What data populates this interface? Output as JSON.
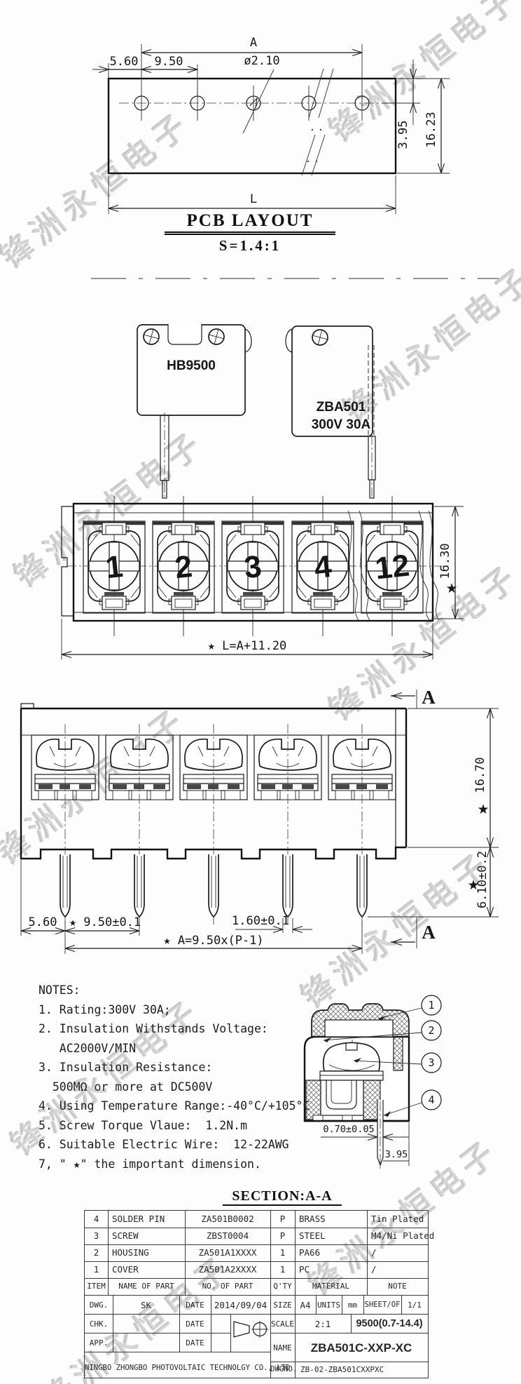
{
  "watermark": {
    "text": "锋洲永恒电子"
  },
  "pcb_layout": {
    "title": "PCB LAYOUT",
    "scale": "S=1.4:1",
    "dim_a": "A",
    "dim_5_60": "5.60",
    "dim_9_50": "9.50",
    "dim_hole": "ø2.10",
    "dim_l": "L",
    "dim_3_95": "3.95",
    "dim_16_23": "16.23"
  },
  "components": {
    "left_label": "HB9500",
    "right_label_line1": "ZBA501",
    "right_label_line2": "300V 30A"
  },
  "front_view": {
    "terminals": [
      "1",
      "2",
      "3",
      "4",
      "12"
    ],
    "dim_height": "16.30",
    "star": "★",
    "dim_length": "★ L=A+11.20"
  },
  "plan_view": {
    "section_letter": "A",
    "dim_5_60": "5.60",
    "dim_pitch": "★ 9.50±0.1",
    "dim_pin_w": "1.60±0.1",
    "dim_a_formula": "★ A=9.50x(P-1)",
    "dim_height": "16.70",
    "dim_pin_len": "6.10±0.2",
    "star": "★"
  },
  "notes": {
    "heading": "NOTES:",
    "items": [
      "1. Rating:300V 30A;",
      "2. Insulation Withstands Voltage:",
      "   AC2000V/MIN",
      "3. Insulation Resistance:",
      "  500MΩ or more at DC500V",
      "4. Using Temperature Range:-40°C/+105°C",
      "5. Screw Torque Vlaue:  1.2N.m",
      "6. Suitable Electric Wire:  12-22AWG",
      "7, \" ★\" the important dimension."
    ]
  },
  "section_view": {
    "title": "SECTION:A-A",
    "callouts": [
      "1",
      "2",
      "3",
      "4"
    ],
    "dim_pin": "0.70±0.05",
    "dim_offset": "3.95"
  },
  "title_block": {
    "headers": {
      "item": "ITEM",
      "name": "NAME OF PART",
      "no": "NO. OF PART",
      "qty": "Q'TY",
      "material": "MATERIAL",
      "note": "NOTE"
    },
    "parts": [
      {
        "item": "4",
        "name": "SOLDER PIN",
        "no": "ZA501B0002",
        "qty": "P",
        "material": "BRASS",
        "note": "Tin Plated"
      },
      {
        "item": "3",
        "name": "SCREW",
        "no": "ZBST0004",
        "qty": "P",
        "material": "STEEL",
        "note": "M4/Ni Plated"
      },
      {
        "item": "2",
        "name": "HOUSING",
        "no": "ZA501A1XXXX",
        "qty": "1",
        "material": "PA66",
        "note": "/"
      },
      {
        "item": "1",
        "name": "COVER",
        "no": "ZA501A2XXXX",
        "qty": "1",
        "material": "PC",
        "note": "/"
      }
    ],
    "dwg_label": "DWG.",
    "dwg_value": "SK",
    "date_label": "DATE",
    "dwg_date": "2014/09/04",
    "chk_label": "CHK.",
    "app_label": "APP.",
    "size_label": "SIZE",
    "size_value": "A4",
    "units_label": "UNITS",
    "units_value": "mm",
    "sheet_label": "SHEET/OF",
    "sheet_value": "1/1",
    "scale_label": "SCALE",
    "scale_value": "2:1",
    "range_value": "9500(0.7-14.4)",
    "name_label": "NAME",
    "name_value": "ZBA501C-XXP-XC",
    "dwgno_label": "DWGNO.",
    "dwgno_value": "ZB-02-ZBA501CXXPXC",
    "company": "NINGBO ZHONGBO PHOTOVOLTAIC TECHNOLGY CO., LTD"
  }
}
